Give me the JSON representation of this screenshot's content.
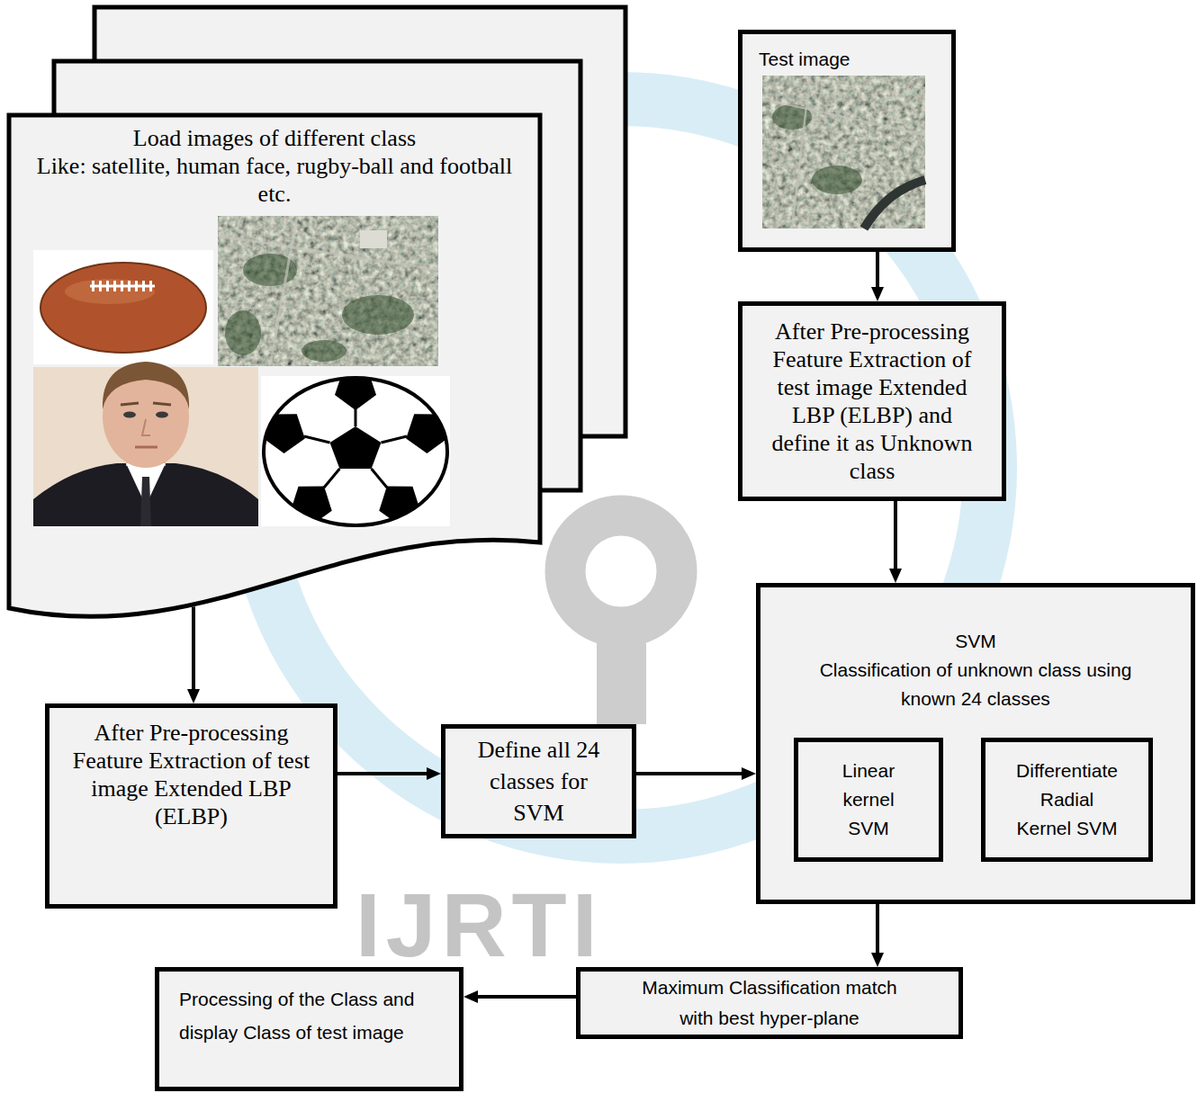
{
  "diagram": {
    "nodes": [
      {
        "text": [
          "Load images of different class",
          "Like: satellite, human face, rugby-ball and football etc."
        ]
      },
      {
        "text": [
          "Test image"
        ]
      },
      {
        "text": [
          "After Pre-processing Feature Extraction of test image Extended LBP (ELBP) and define it as Unknown class"
        ]
      },
      {
        "text": [
          "SVM",
          "Classification of unknown class using known 24 classes"
        ]
      },
      {
        "text": [
          "Linear kernel SVM"
        ],
        "in": 3
      },
      {
        "text": [
          "Differentiate Radial Kernel SVM"
        ],
        "in": 3
      },
      {
        "text": [
          "After Pre-processing Feature Extraction of test image Extended LBP (ELBP)"
        ]
      },
      {
        "text": [
          "Define all 24 classes for SVM"
        ]
      },
      {
        "text": [
          "Maximum Classification match with best hyper-plane"
        ]
      },
      {
        "text": [
          "Processing of the Class and display Class of test image"
        ]
      }
    ],
    "edges": [
      {
        "from": 1,
        "to": 2,
        "arrow": "to"
      },
      {
        "from": 2,
        "to": 3,
        "arrow": "to"
      },
      {
        "from": 0,
        "to": 6,
        "arrow": "to"
      },
      {
        "from": 6,
        "to": 7,
        "arrow": "to"
      },
      {
        "from": 7,
        "to": 3,
        "arrow": "to"
      },
      {
        "from": 3,
        "to": 8,
        "arrow": "to"
      },
      {
        "from": 8,
        "to": 9,
        "arrow": "to"
      }
    ],
    "labels": [
      "IJRTI"
    ]
  }
}
